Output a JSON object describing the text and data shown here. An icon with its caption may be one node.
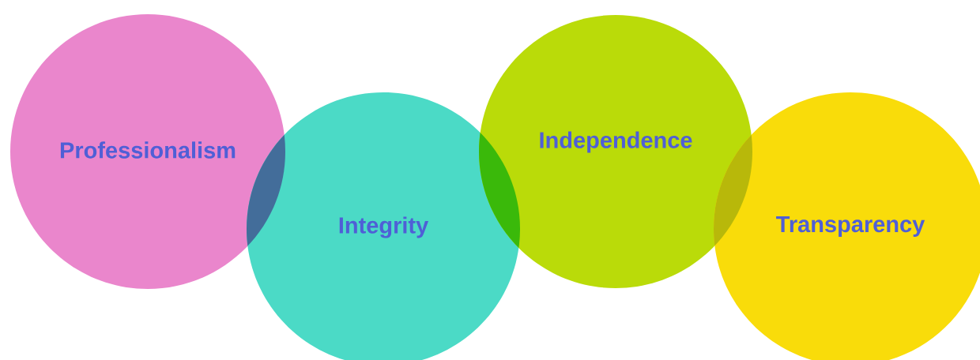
{
  "diagram": {
    "nodes": [
      {
        "text": [
          "Professionalism"
        ]
      },
      {
        "text": [
          "Integrity"
        ]
      },
      {
        "text": [
          "Independence"
        ]
      },
      {
        "text": [
          "Transparency"
        ]
      }
    ]
  }
}
